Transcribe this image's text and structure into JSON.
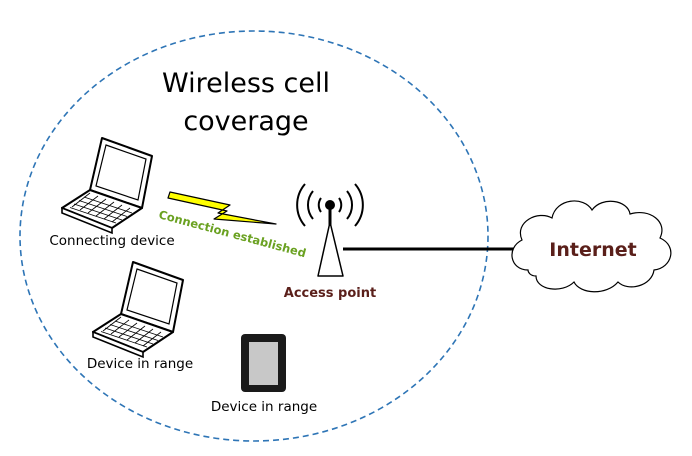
{
  "title_line1": "Wireless cell",
  "title_line2": "coverage",
  "labels": {
    "connecting_device": "Connecting device",
    "connection": "Connection established",
    "access_point": "Access point",
    "internet": "Internet",
    "laptop_in_range": "Device in range",
    "tablet_in_range": "Device in range"
  },
  "colors": {
    "coverage_border": "#2e75b6",
    "connection_text": "#6aa121",
    "lightning_fill": "#ffff00",
    "access_point_text": "#5a1f1a",
    "internet_text": "#5a1f1a",
    "link_line": "#000000"
  },
  "icons": {
    "connecting_device": "laptop-icon",
    "device_in_range_1": "laptop-icon",
    "device_in_range_2": "tablet-icon",
    "access_point": "antenna-icon",
    "internet": "cloud-icon",
    "connection": "lightning-bolt-icon"
  }
}
